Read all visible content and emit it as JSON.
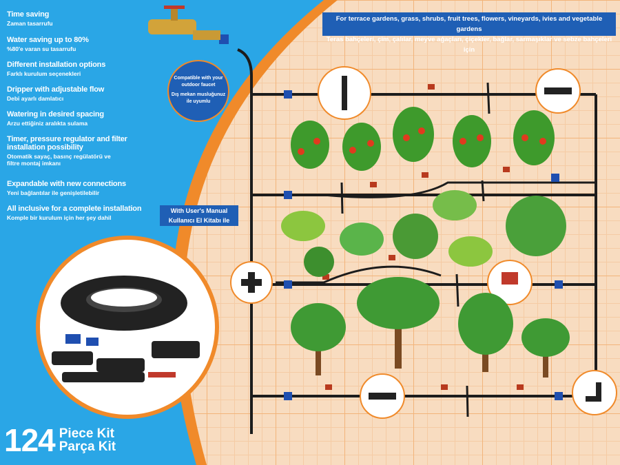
{
  "features": [
    {
      "en": "Time saving",
      "tr": "Zaman tasarrufu"
    },
    {
      "en": "Water saving up to 80%",
      "tr": "%80'e varan su tasarrufu"
    },
    {
      "en": "Different installation options",
      "tr": "Farklı kurulum seçenekleri"
    },
    {
      "en": "Dripper with adjustable flow",
      "tr": "Debi ayarlı damlatıcı"
    },
    {
      "en": "Watering in desired spacing",
      "tr": "Arzu ettiğiniz aralıkta sulama"
    },
    {
      "en": "Timer, pressure regulator and filter installation possibility",
      "tr": "Otomatik sayaç, basınç regülatörü ve filtre montaj imkanı"
    },
    {
      "en": "Expandable with new connections",
      "tr": "Yeni bağlantılar ile genişletilebilir"
    },
    {
      "en": "All inclusive for a complete installation",
      "tr": "Komple bir kurulum için her şey dahil"
    }
  ],
  "top_banner": {
    "en": "For terrace gardens, grass, shrubs, fruit trees, flowers, vineyards, ivies and vegetable gardens",
    "tr": "Teras bahçeleri, çim, çalılar, meyve ağaçları, çiçekler, bağlar, sarmaşıklar ve sebze bahçeleri için"
  },
  "faucet_badge": {
    "en": "Compatible with your outdoor faucet",
    "tr": "Dış mekan musluğunuz ile uyumlu"
  },
  "manual_banner": {
    "en": "With User's Manual",
    "tr": "Kullanıcı El Kitabı ile"
  },
  "kit": {
    "count": "124",
    "en": "Piece Kit",
    "tr": "Parça Kit"
  },
  "colors": {
    "blue_panel": "#2aa6e6",
    "orange": "#f08a2a",
    "banner_blue": "#1f5fb5",
    "pipe": "#1c1c1c"
  }
}
